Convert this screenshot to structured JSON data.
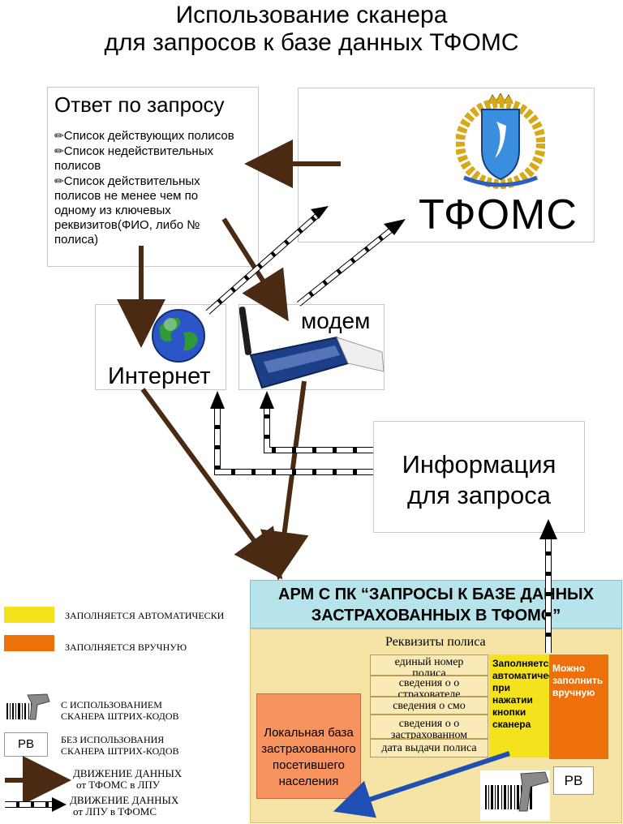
{
  "title_line1": "Использование сканера",
  "title_line2": "для запросов к базе данных ТФОМС",
  "response": {
    "title": "Ответ по запросу",
    "items": [
      "Список действующих полисов",
      "Список недействительных полисов",
      "Список действительных полисов не менее чем по одному из ключевых реквизитов(ФИО, либо № полиса)"
    ]
  },
  "tfoms_label": "ТФОМС",
  "internet_label": "Интернет",
  "modem_label": "модем",
  "info_line1": "Информация",
  "info_line2": "для запроса",
  "arm_title_line1": "АРМ  С ПК “ЗАПРОСЫ К БАЗЕ ДАННЫХ",
  "arm_title_line2": "ЗАСТРАХОВАННЫХ  В ТФОМС”",
  "rekvizity_title": "Реквизиты полиса",
  "fields": [
    "единый номер полиса",
    "сведения о о страхователе",
    "сведения о смо",
    "сведения о о застрахованном",
    "дата выдачи полиса"
  ],
  "auto_fill_text": "Заполняется автоматически при нажатии кнопки сканера",
  "manual_fill_text": "Можно заполнить вручную",
  "local_db_text": "Локальная база застрахованного посетившего населения",
  "pb_label": "РВ",
  "legend": {
    "auto": "ЗАПОЛНЯЕТСЯ АВТОМАТИЧЕСКИ",
    "manual": "ЗАПОЛНЯЕТСЯ ВРУЧНУЮ",
    "scanner_line1": "С ИСПОЛЬЗОВАНИЕМ",
    "scanner_line2": "СКАНЕРА ШТРИХ-КОДОВ",
    "pb": "РВ",
    "noscanner_line1": "БЕЗ ИСПОЛЬЗОВАНИЯ",
    "noscanner_line2": "СКАНЕРА ШТРИХ-КОДОВ",
    "flow1_line1": "ДВИЖЕНИЕ ДАННЫХ",
    "flow1_line2": "от ТФОМС в ЛПУ",
    "flow2_line1": "ДВИЖЕНИЕ ДАННЫХ",
    "flow2_line2": "от  ЛПУ в ТФОМС"
  },
  "colors": {
    "auto": "#f3e21c",
    "manual": "#ee700a",
    "brown_arrow": "#4a2a12",
    "blue_arrow": "#1f4fb5",
    "arm_header": "#b7e4ea",
    "arm_body": "#f6e3a6",
    "local_db": "#f7935e"
  }
}
